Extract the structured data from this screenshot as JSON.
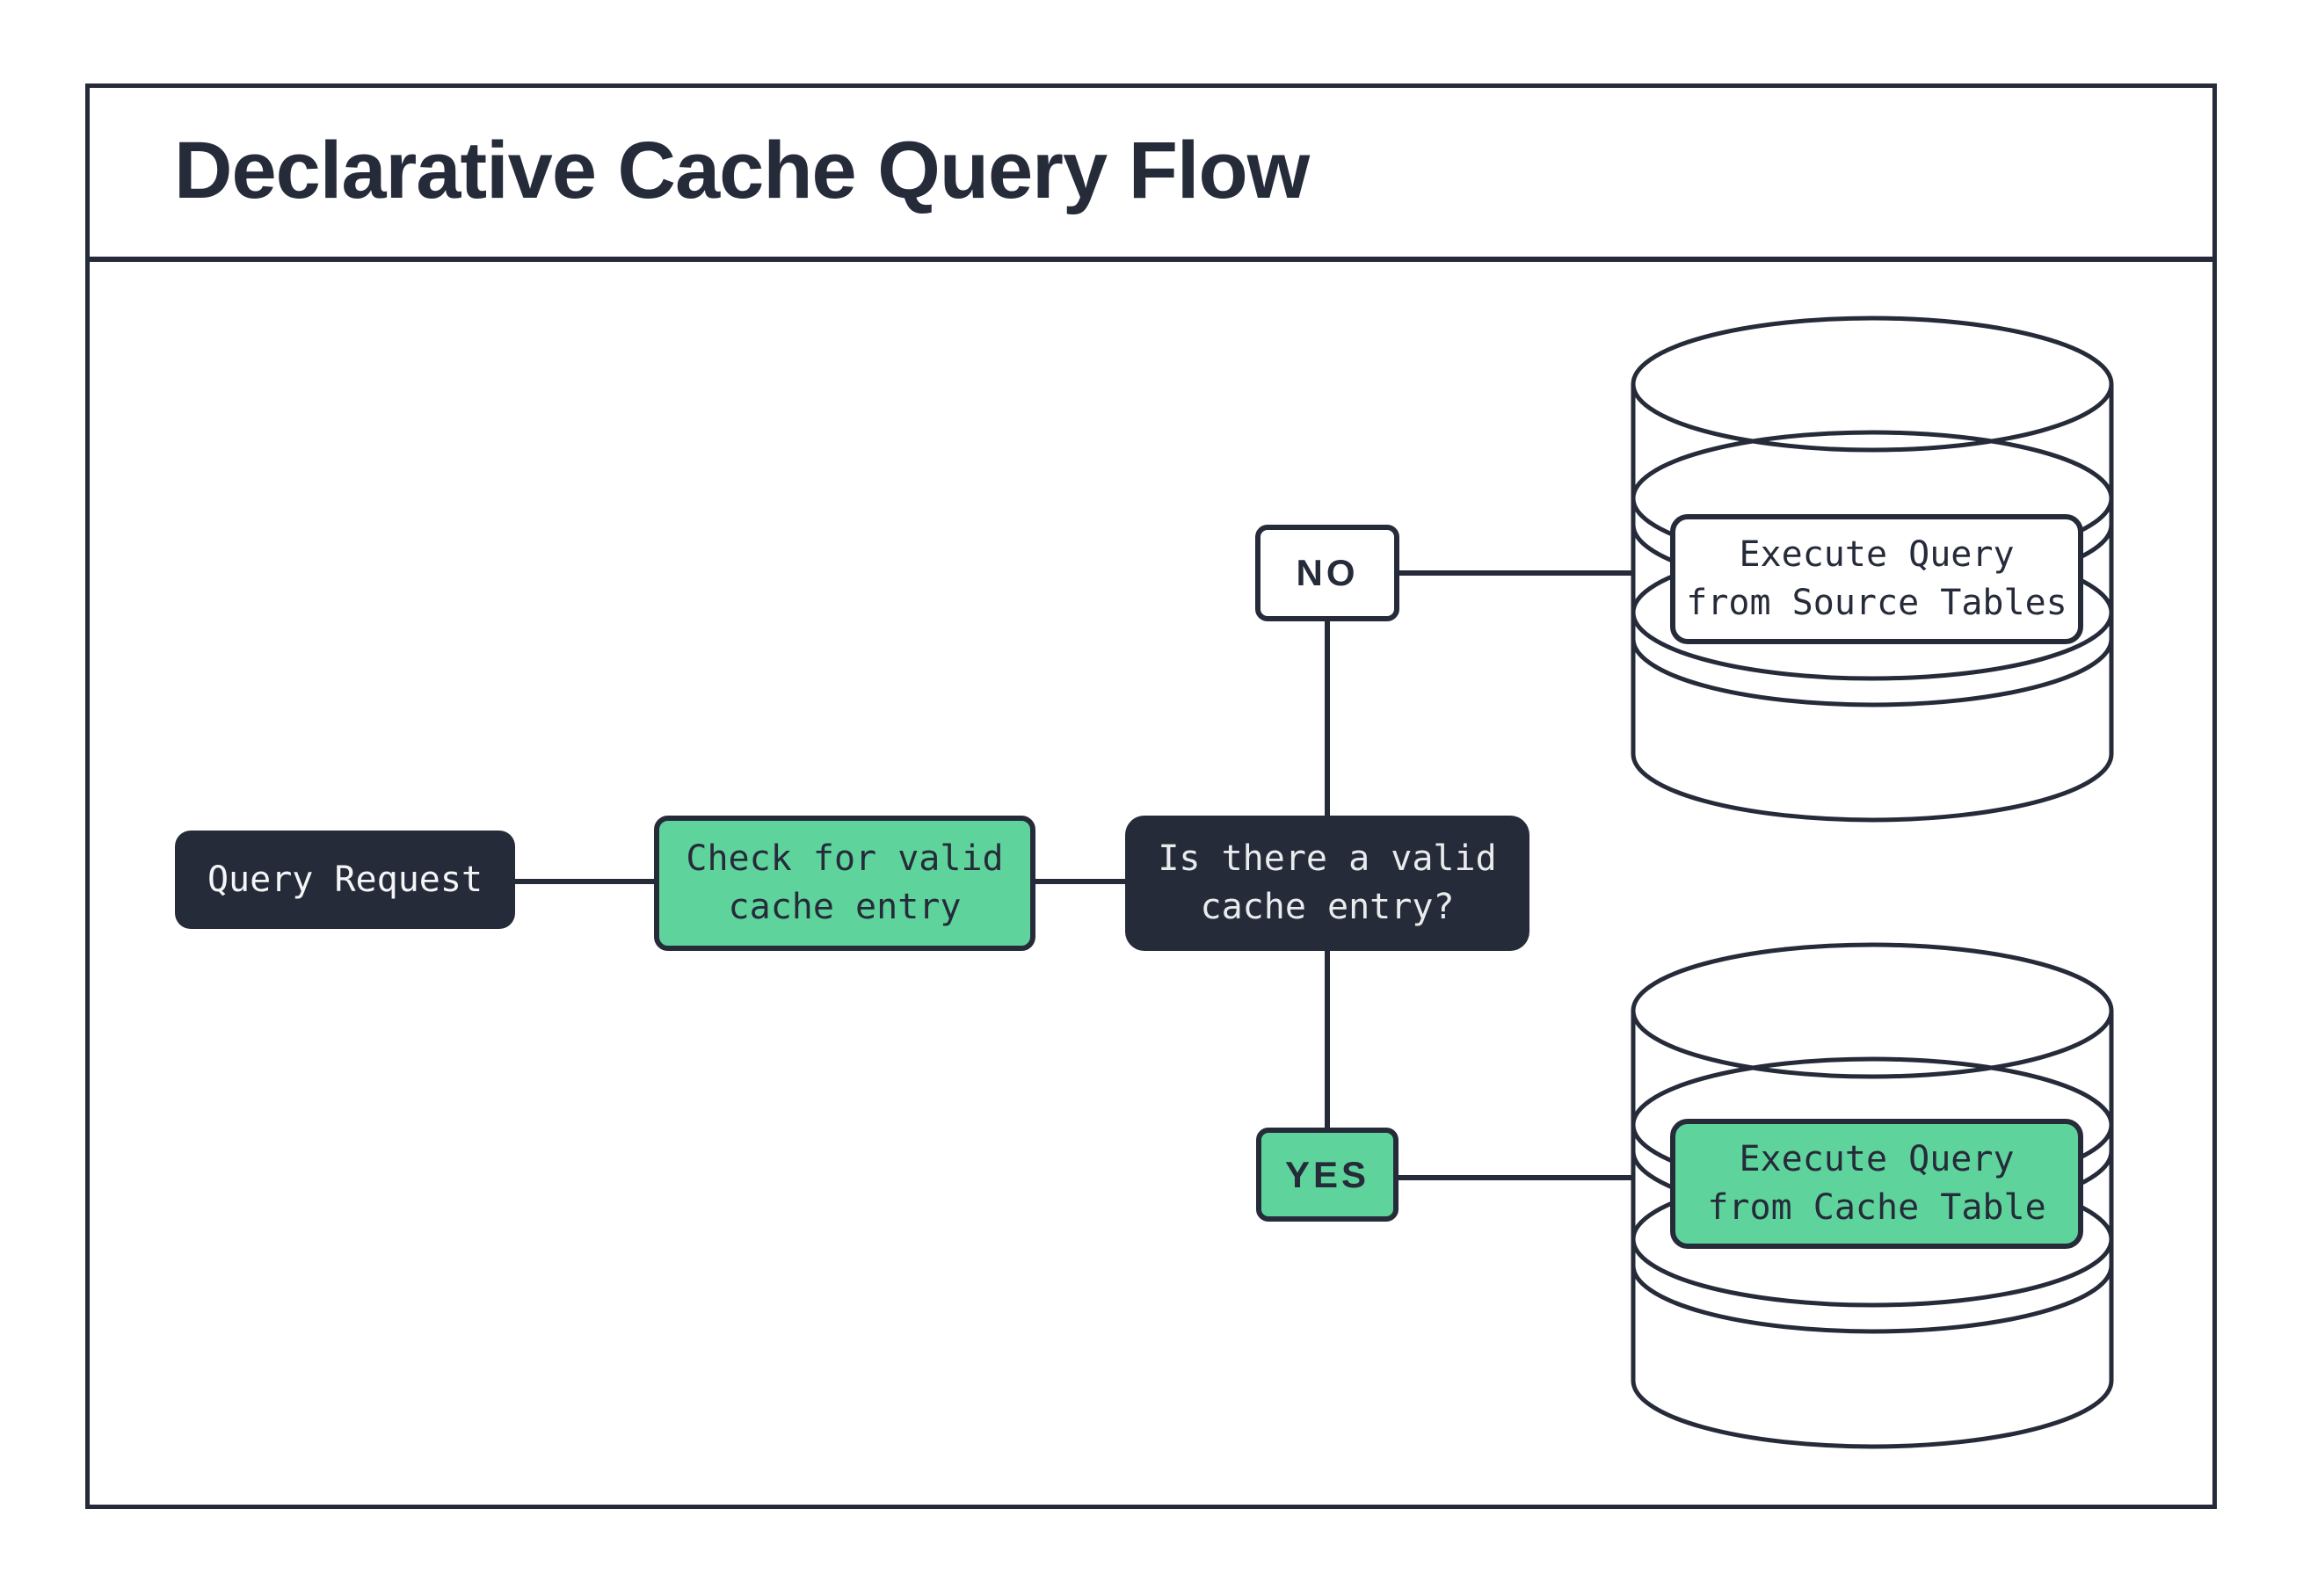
{
  "title": "Declarative Cache Query Flow",
  "colors": {
    "dark": "#262b3a",
    "green": "#5ed49c",
    "white": "#ffffff",
    "offwhite": "#e9ebec"
  },
  "nodes": {
    "query": {
      "label": "Query Request"
    },
    "check": {
      "label": "Check for valid\ncache entry"
    },
    "decision": {
      "label": "Is there a valid\ncache entry?"
    },
    "no": {
      "label": "NO"
    },
    "yes": {
      "label": "YES"
    },
    "source_db_action": {
      "label": "Execute Query\nfrom Source Tables"
    },
    "cache_db_action": {
      "label": "Execute Query\nfrom Cache Table"
    }
  }
}
